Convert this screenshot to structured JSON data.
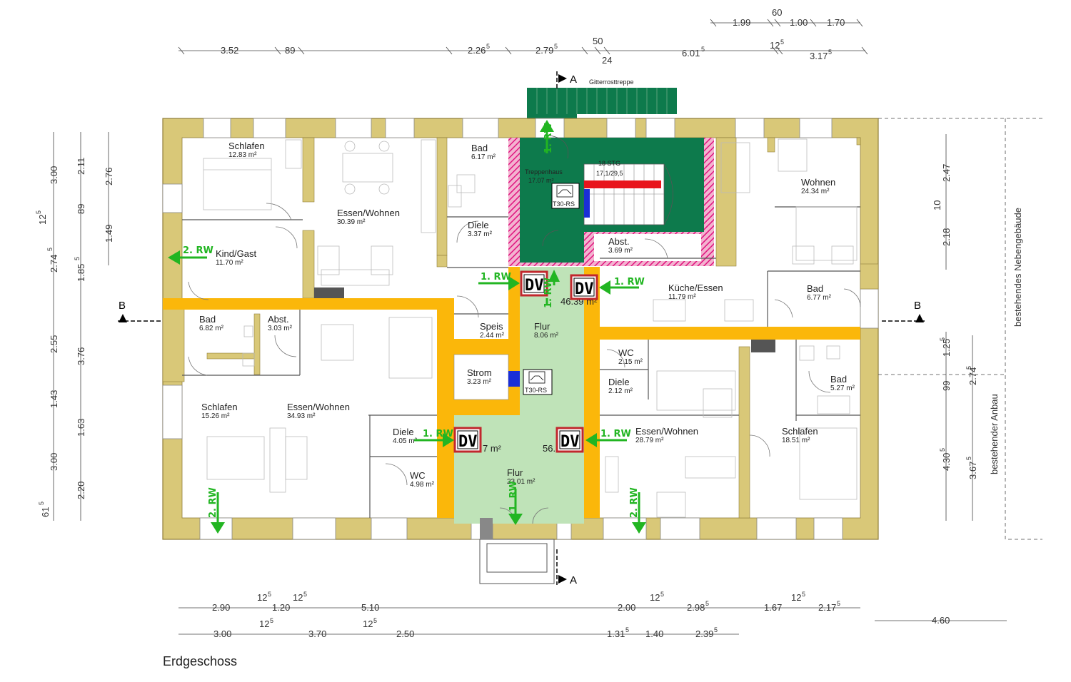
{
  "title": "Erdgeschoss",
  "labels": {
    "stair_outside": "Gitterrosttreppe",
    "section_a": "A",
    "section_b": "B",
    "nebengebaeude": "bestehendes Nebengebäude",
    "anbau": "bestehender Anbau",
    "t30": "T30-RS",
    "dv": "DV",
    "rw1": "1. RW",
    "rw2": "2. RW",
    "stair_note1": "18 STG",
    "stair_note2": "17,1/29,5",
    "stair_flur_area": "46.39 m²",
    "diele_flur_area": "7 m²",
    "flur_right_area": "56."
  },
  "rooms": [
    {
      "name": "Schlafen",
      "area": "12.83 m²"
    },
    {
      "name": "Essen/Wohnen",
      "area": "30.39 m²"
    },
    {
      "name": "Bad",
      "area": "6.17 m²"
    },
    {
      "name": "Diele",
      "area": "3.37 m²"
    },
    {
      "name": "Treppenhaus",
      "area": "17.07 m²"
    },
    {
      "name": "Abst.",
      "area": "3.69 m²"
    },
    {
      "name": "Wohnen",
      "area": "24.34 m²"
    },
    {
      "name": "Kind/Gast",
      "area": "11.70 m²"
    },
    {
      "name": "Küche/Essen",
      "area": "11.79 m²"
    },
    {
      "name": "Bad",
      "area": "6.77 m²"
    },
    {
      "name": "Bad",
      "area": "6.82 m²"
    },
    {
      "name": "Abst.",
      "area": "3.03 m²"
    },
    {
      "name": "Speis",
      "area": "2.44 m²"
    },
    {
      "name": "Flur",
      "area": "8.06 m²"
    },
    {
      "name": "Strom",
      "area": "3.23 m²"
    },
    {
      "name": "WC",
      "area": "2.15 m²"
    },
    {
      "name": "Diele",
      "area": "2.12 m²"
    },
    {
      "name": "Bad",
      "area": "5.27 m²"
    },
    {
      "name": "Schlafen",
      "area": "15.26 m²"
    },
    {
      "name": "Essen/Wohnen",
      "area": "34.93 m²"
    },
    {
      "name": "Diele",
      "area": "4.05 m²"
    },
    {
      "name": "WC",
      "area": "4.98 m²"
    },
    {
      "name": "Flur",
      "area": "23.01 m²"
    },
    {
      "name": "Essen/Wohnen",
      "area": "28.79 m²"
    },
    {
      "name": "Schlafen",
      "area": "18.51 m²"
    }
  ],
  "dimensions": {
    "top_row1": [
      "1.99",
      "60",
      "1.00",
      "1.70"
    ],
    "top_row2": [
      "3.52",
      "89",
      "2.26",
      "5",
      "2.79",
      "5",
      "50",
      "24",
      "6.01",
      "5",
      "12",
      "5",
      "3.17",
      "5"
    ],
    "bottom_row1": [
      "2.90",
      "12",
      "5",
      "1.20",
      "12",
      "5",
      "5.10",
      "2.00",
      "12",
      "5",
      "2.98",
      "5",
      "1.67",
      "12",
      "5",
      "2.17",
      "5"
    ],
    "bottom_row2": [
      "3.00",
      "12",
      "5",
      "3.70",
      "12",
      "5",
      "2.50",
      "1.31",
      "5",
      "1.40",
      "2.39",
      "5",
      "4.60"
    ],
    "left": [
      "3.00",
      "2.11",
      "2.76",
      "12",
      "5",
      "89",
      "1.49",
      "2.74",
      "5",
      "1.85",
      "5",
      "2.55",
      "3.76",
      "1.43",
      "1.63",
      "3.00",
      "2.20",
      "61",
      "5"
    ],
    "right": [
      "2.47",
      "10",
      "2.18",
      "1.25",
      "5",
      "99",
      "2.74",
      "5",
      "4.30",
      "5",
      "3.67",
      "5"
    ]
  },
  "colors": {
    "wall": "#d9c878",
    "wall_outline": "#8f7d3a",
    "stairwell": "#0d7a4c",
    "fire_escape": "#bfe3b8",
    "corridor_band": "#fbb70a",
    "hatch": "#e0147f",
    "arrow": "#22b522",
    "dv_border": "#c1272d"
  }
}
